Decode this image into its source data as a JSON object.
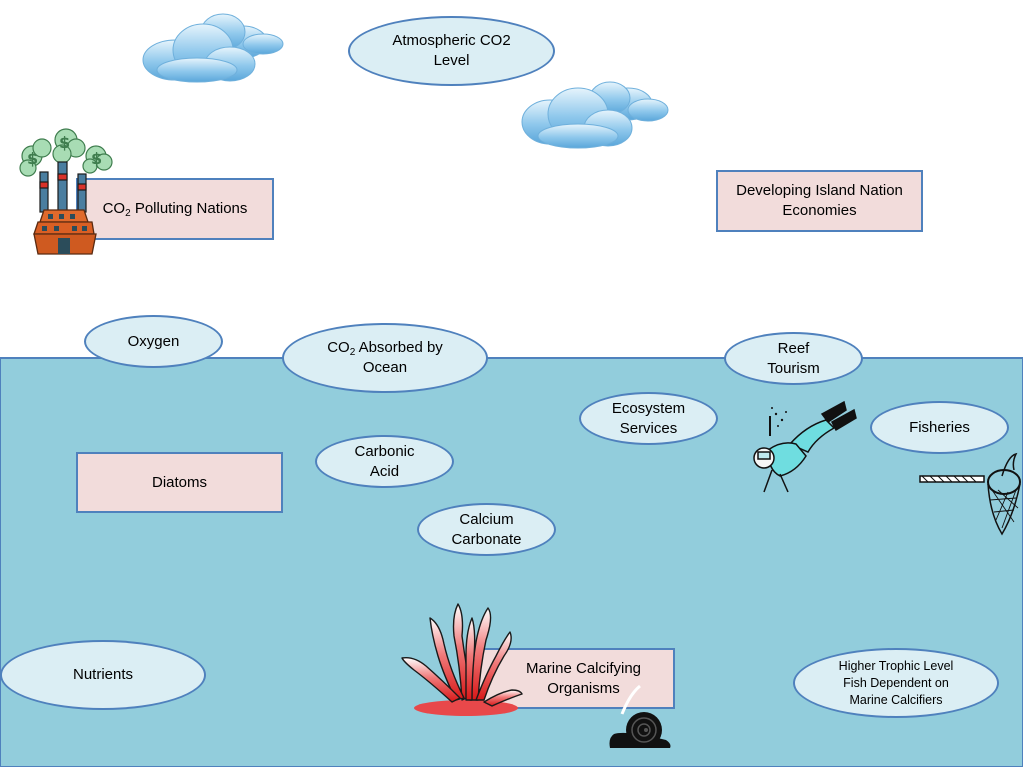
{
  "nodes": {
    "atmospheric_co2": {
      "line1": "Atmospheric CO2",
      "line2": "Level"
    },
    "co2_polluting_nations": {
      "prefix": "CO",
      "sub": "2",
      "suffix": " Polluting Nations"
    },
    "developing_island_nations": {
      "line1": "Developing Island Nation",
      "line2": "Economies"
    },
    "oxygen": {
      "label": "Oxygen"
    },
    "co2_absorbed": {
      "prefix": "CO",
      "sub": "2",
      "suffix": " Absorbed by",
      "line2": "Ocean"
    },
    "reef_tourism": {
      "line1": "Reef",
      "line2": "Tourism"
    },
    "ecosystem_services": {
      "line1": "Ecosystem",
      "line2": "Services"
    },
    "fisheries": {
      "label": "Fisheries"
    },
    "diatoms": {
      "label": "Diatoms"
    },
    "carbonic_acid": {
      "line1": "Carbonic",
      "line2": "Acid"
    },
    "calcium_carbonate": {
      "line1": "Calcium",
      "line2": "Carbonate"
    },
    "nutrients": {
      "label": "Nutrients"
    },
    "marine_calcifying": {
      "line1": "Marine Calcifying",
      "line2": "Organisms"
    },
    "higher_trophic": {
      "line1": "Higher Trophic Level",
      "line2": "Fish Dependent on",
      "line3": "Marine Calcifiers"
    }
  },
  "colors": {
    "ocean": "#92cddc",
    "oval_fill": "#dbeef4",
    "box_fill": "#f2dcdb",
    "outline": "#4f81bd"
  },
  "illustrations": [
    "cloud-icon",
    "cloud-icon",
    "factory-icon",
    "scuba-diver-icon",
    "fishing-net-icon",
    "coral-icon",
    "snail-icon"
  ]
}
